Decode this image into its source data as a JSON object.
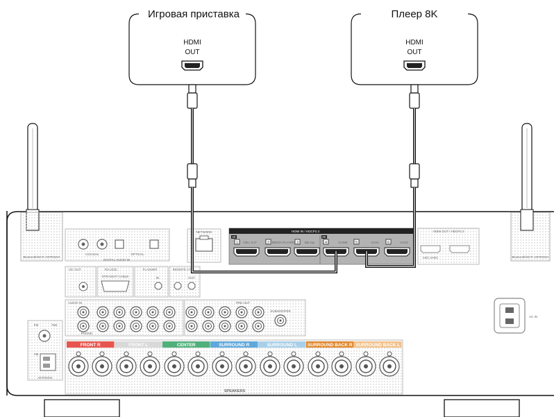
{
  "devices": {
    "left": {
      "title": "Игровая приставка",
      "port_line1": "HDMI",
      "port_line2": "OUT"
    },
    "right": {
      "title": "Плеер 8K",
      "port_line1": "HDMI",
      "port_line2": "OUT"
    }
  },
  "receiver": {
    "antenna_label_left": "Bluetooth/Wi-Fi ANTENNA",
    "antenna_label_right": "Bluetooth/Wi-Fi ANTENNA",
    "network_label": "NETWORK",
    "hdmi_in_header": "HDMI IN / HDCP2.3",
    "hdmi_out_header": "HDMI OUT / HDCP2.3",
    "badge_4k": "4K",
    "badge_8k": "8K",
    "hdmi_inputs": [
      {
        "num": "1",
        "label": "CBL/ SAT"
      },
      {
        "num": "2",
        "label": "MEDIA PLAYER"
      },
      {
        "num": "3",
        "label": "Blu-ray"
      },
      {
        "num": "4",
        "label": "GAME"
      },
      {
        "num": "5",
        "label": "AUX1"
      },
      {
        "num": "6",
        "label": "AUX2"
      }
    ],
    "hdmi_out_arc": "ARC eARC",
    "digital_audio_in": "DIGITAL AUDIO IN",
    "coaxial": "COAXIAL",
    "optical": "OPTICAL",
    "dc_out": "DC OUT",
    "rs232c": "RS-232C",
    "straight_cable": "STRAIGHT CABLE",
    "flasher": "FLASHER",
    "remote_ctrl": "REMOTE CT",
    "in_label": "IN",
    "out_label": "OUT",
    "audio_in": "AUDIO IN",
    "phono": "PHONO",
    "pre_out": "PRE OUT",
    "subwoofer": "SUBWOOFER",
    "fm_label": "FM",
    "fm_ohm": "75Ω",
    "am_label": "AM",
    "antenna": "ANTENNA",
    "ac_in": "AC IN",
    "speakers": "SPEAKERS",
    "speaker_groups": [
      {
        "label": "FRONT R",
        "color": "#e8554e"
      },
      {
        "label": "FRONT L",
        "color": "#d9d9d9"
      },
      {
        "label": "CENTER",
        "color": "#4fb07a"
      },
      {
        "label": "SURROUND R",
        "color": "#5fa8dc"
      },
      {
        "label": "SURROUND L",
        "color": "#a7cfe9"
      },
      {
        "label": "SURROUND BACK R",
        "color": "#e0882e"
      },
      {
        "label": "SURROUND BACK L",
        "color": "#f1c18a"
      }
    ]
  },
  "colors": {
    "outline": "#111111",
    "cable": "#111111",
    "hdmi_panel": "#b3b3b3",
    "port_fill": "#222222"
  }
}
